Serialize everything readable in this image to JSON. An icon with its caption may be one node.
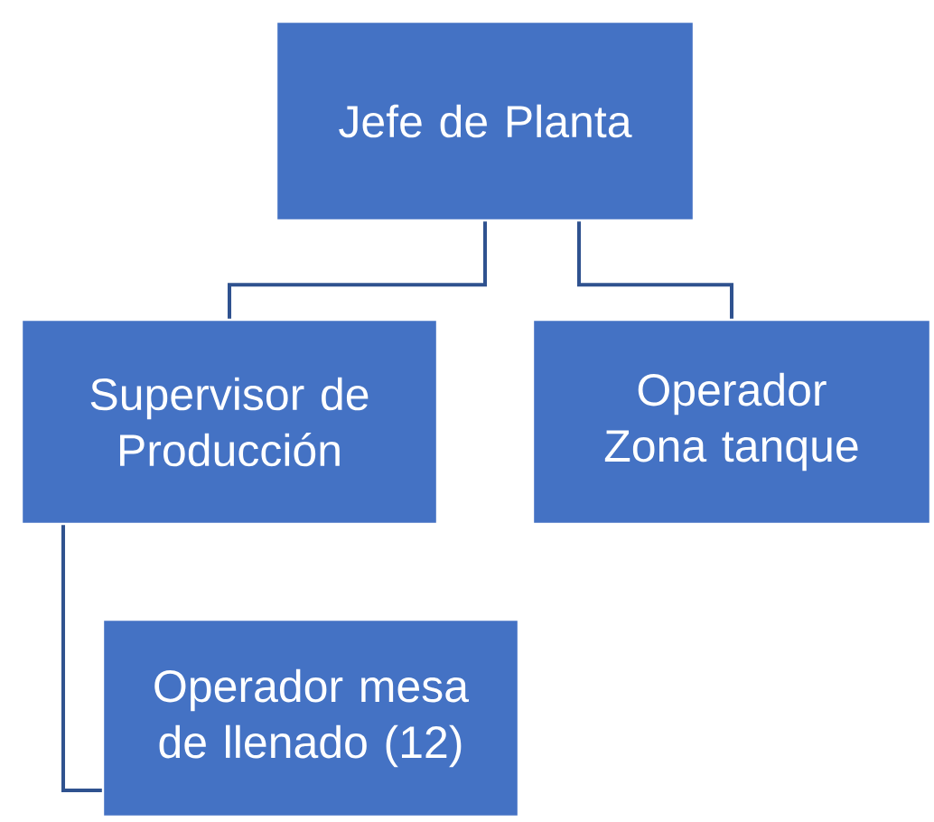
{
  "diagram": {
    "nodes": [
      {
        "text": [
          "Jefe de Planta"
        ]
      },
      {
        "text": [
          "Supervisor de Producción"
        ]
      },
      {
        "text": [
          "Operador Zona tanque"
        ]
      },
      {
        "text": [
          "Operador mesa de llenado (12)"
        ]
      }
    ],
    "edges": [
      {
        "from": 0,
        "to": 1,
        "arrow": "none"
      },
      {
        "from": 0,
        "to": 2,
        "arrow": "none"
      },
      {
        "from": 1,
        "to": 3,
        "arrow": "none"
      }
    ]
  }
}
